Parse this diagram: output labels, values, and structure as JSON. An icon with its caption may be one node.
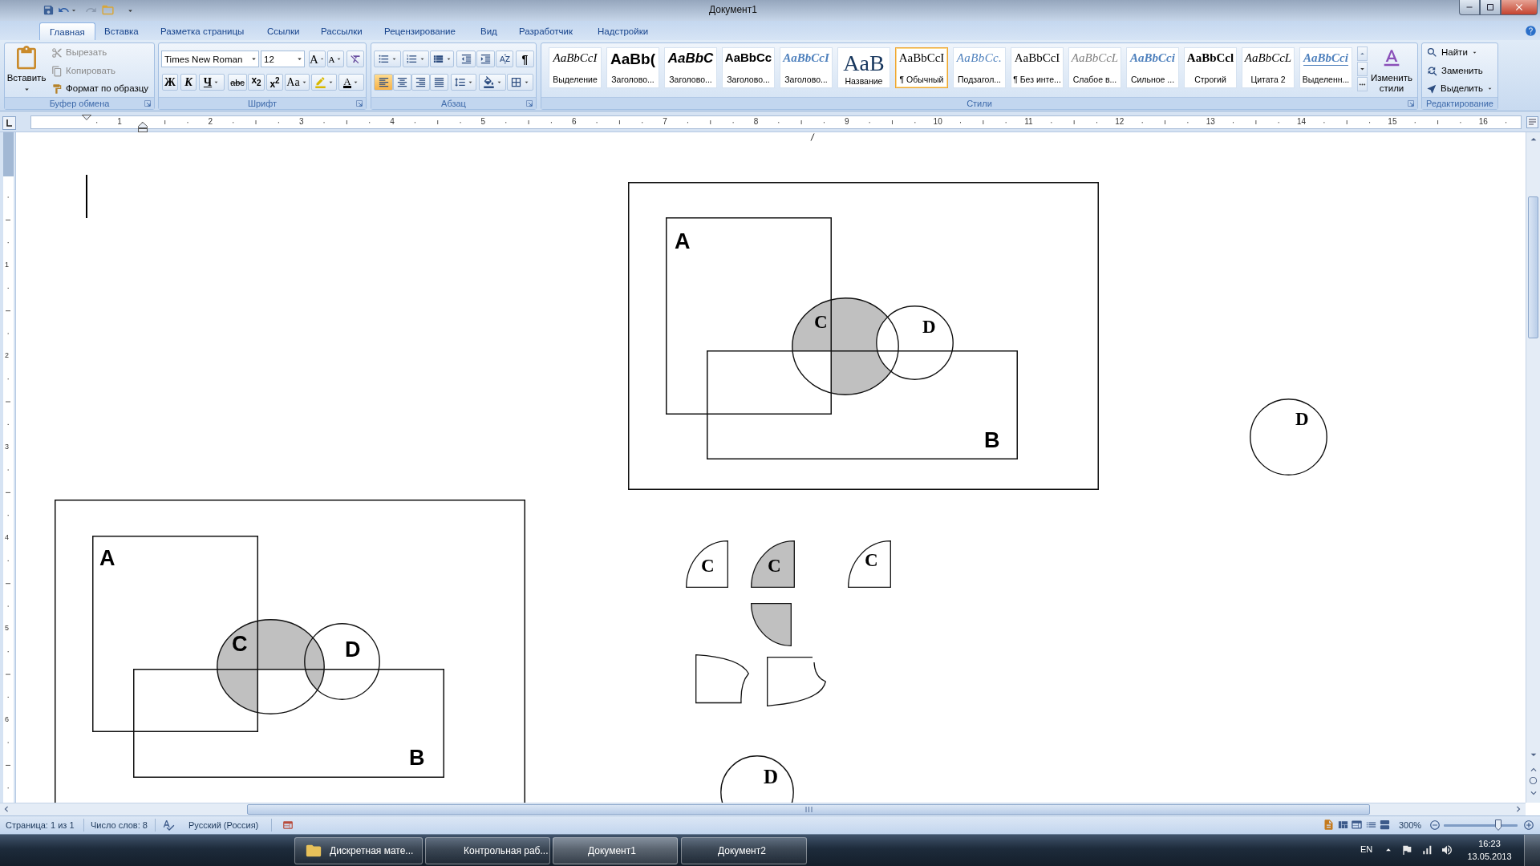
{
  "diagram": {
    "nodes": [
      {
        "text": [],
        "shape": "box"
      },
      {
        "text": [
          "A"
        ],
        "in": 0
      },
      {
        "text": [
          "B"
        ],
        "in": 0
      },
      {
        "text": [
          "C"
        ],
        "in": 0
      },
      {
        "text": [
          "D"
        ],
        "in": 0
      },
      {
        "text": [
          "D"
        ]
      },
      {
        "text": [],
        "shape": "box"
      },
      {
        "text": [
          "A"
        ],
        "in": 6
      },
      {
        "text": [
          "B"
        ],
        "in": 6
      },
      {
        "text": [
          "C"
        ],
        "in": 6
      },
      {
        "text": [
          "D"
        ],
        "in": 6
      },
      {
        "text": [
          "C"
        ]
      },
      {
        "text": [
          "C"
        ]
      },
      {
        "text": [
          "C"
        ]
      },
      {
        "text": [],
        "shape": "sector"
      },
      {
        "text": [],
        "shape": "fragment"
      },
      {
        "text": [],
        "shape": "fragment"
      },
      {
        "text": [
          "D"
        ]
      }
    ],
    "labels": [
      "Документ1",
      "Главная",
      "Вставка",
      "Разметка страницы",
      "Ссылки",
      "Рассылки",
      "Рецензирование",
      "Вид",
      "Разработчик",
      "Надстройки",
      "Вставить",
      "Вырезать",
      "Копировать",
      "Формат по образцу",
      "Буфер обмена",
      "Times New Roman",
      "12",
      "A",
      "A",
      "Ж",
      "К",
      "Ч",
      "abc",
      "x$_{2}$",
      "x$^{2}$",
      "Aa",
      "A",
      "Шрифт",
      "¶",
      "Абзац",
      "AaBbCcI",
      "Выделение",
      "AaBb(",
      "Заголово...",
      "AaBbC",
      "Заголово...",
      "AaBbCc",
      "Заголово...",
      "AaBbCcI",
      "Заголово...",
      "AaB",
      "Название",
      "AaBbCcI",
      "¶ Обычный",
      "AaBbCc.",
      "Подзагол...",
      "AaBbCcI",
      "¶ Без инте...",
      "AaBbCcL",
      "Слабое в...",
      "AaBbCci",
      "Сильное ...",
      "AaBbCcl",
      "Строгий",
      "AaBbCcL",
      "Цитата 2",
      "AaBbCci",
      "Выделенн...",
      "Изменить стили",
      "Стили",
      "Найти",
      "Заменить",
      "Выделить",
      "Редактирование",
      "1",
      "2",
      "3",
      "4",
      "5",
      "6",
      "7",
      "8",
      "9",
      "10",
      "11",
      "12",
      "13",
      "14",
      "15",
      "16",
      "1",
      "2",
      "3",
      "4",
      "5",
      "6",
      "Страница: 1 из 1",
      "Число слов: 8",
      "Русский (Россия)",
      "300%",
      "Дискретная мате...",
      "Контрольная раб...",
      "Документ1",
      "Документ2",
      "EN",
      "16:23",
      "13.05.2013"
    ]
  }
}
